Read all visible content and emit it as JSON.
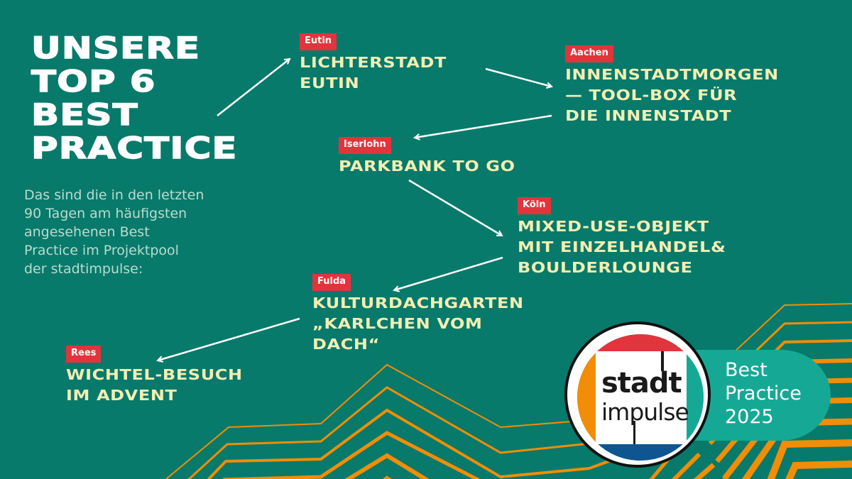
{
  "headline": {
    "lines": [
      "UNSERE",
      "TOP 6",
      "BEST",
      "PRACTICE"
    ]
  },
  "intro": {
    "lines": [
      "Das sind die in den letzten",
      "90 Tagen am häufigsten",
      "angesehenen Best",
      "Practice im Projektpool",
      "der stadtimpulse:"
    ]
  },
  "entries": [
    {
      "city": "Eutin",
      "title_lines": [
        "Lichterstadt",
        "Eutin"
      ]
    },
    {
      "city": "Aachen",
      "title_lines": [
        "InnenstadtMorgen",
        "— Tool-Box für",
        "die Innenstadt"
      ]
    },
    {
      "city": "Iserlohn",
      "title_lines": [
        "Parkbank to go"
      ]
    },
    {
      "city": "Köln",
      "title_lines": [
        "Mixed-Use-Objekt",
        "mit Einzelhandel&",
        "Boulderlounge"
      ]
    },
    {
      "city": "Fulda",
      "title_lines": [
        "Kulturdachgarten",
        "„Karlchen vom",
        "Dach“"
      ]
    },
    {
      "city": "Rees",
      "title_lines": [
        "Wichtel-Besuch",
        "im Advent"
      ]
    }
  ],
  "badge": {
    "logo_top": "stadt",
    "logo_bottom": "impulse",
    "ribbon_lines": [
      "Best",
      "Practice",
      "2025"
    ]
  },
  "colors": {
    "background": "#077a6b",
    "headline": "#ffffff",
    "title": "#f4eeb2",
    "tag": "#e2343c",
    "accent_orange": "#f18d06",
    "ribbon_teal": "#15a995",
    "logo_blue": "#0e5591"
  }
}
